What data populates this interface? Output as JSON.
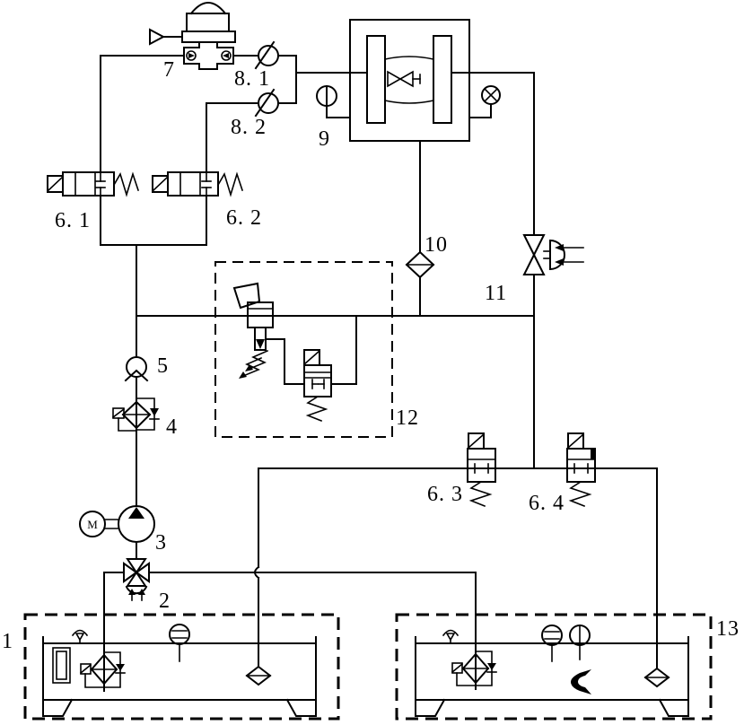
{
  "page": {
    "background": "#ffffff",
    "ink": "#000000",
    "kind": "hydraulic-test-bench-schematic"
  },
  "labels": {
    "c7": "7",
    "c8_1": "8. 1",
    "c8_2": "8. 2",
    "c9": "9",
    "c6_1": "6. 1",
    "c6_2": "6. 2",
    "c10": "10",
    "c11": "11",
    "c12": "12",
    "c5": "5",
    "c4": "4",
    "c3": "3",
    "c2": "2",
    "c6_3": "6. 3",
    "c6_4": "6. 4",
    "c1": "1",
    "c13": "13",
    "motor": "M"
  }
}
